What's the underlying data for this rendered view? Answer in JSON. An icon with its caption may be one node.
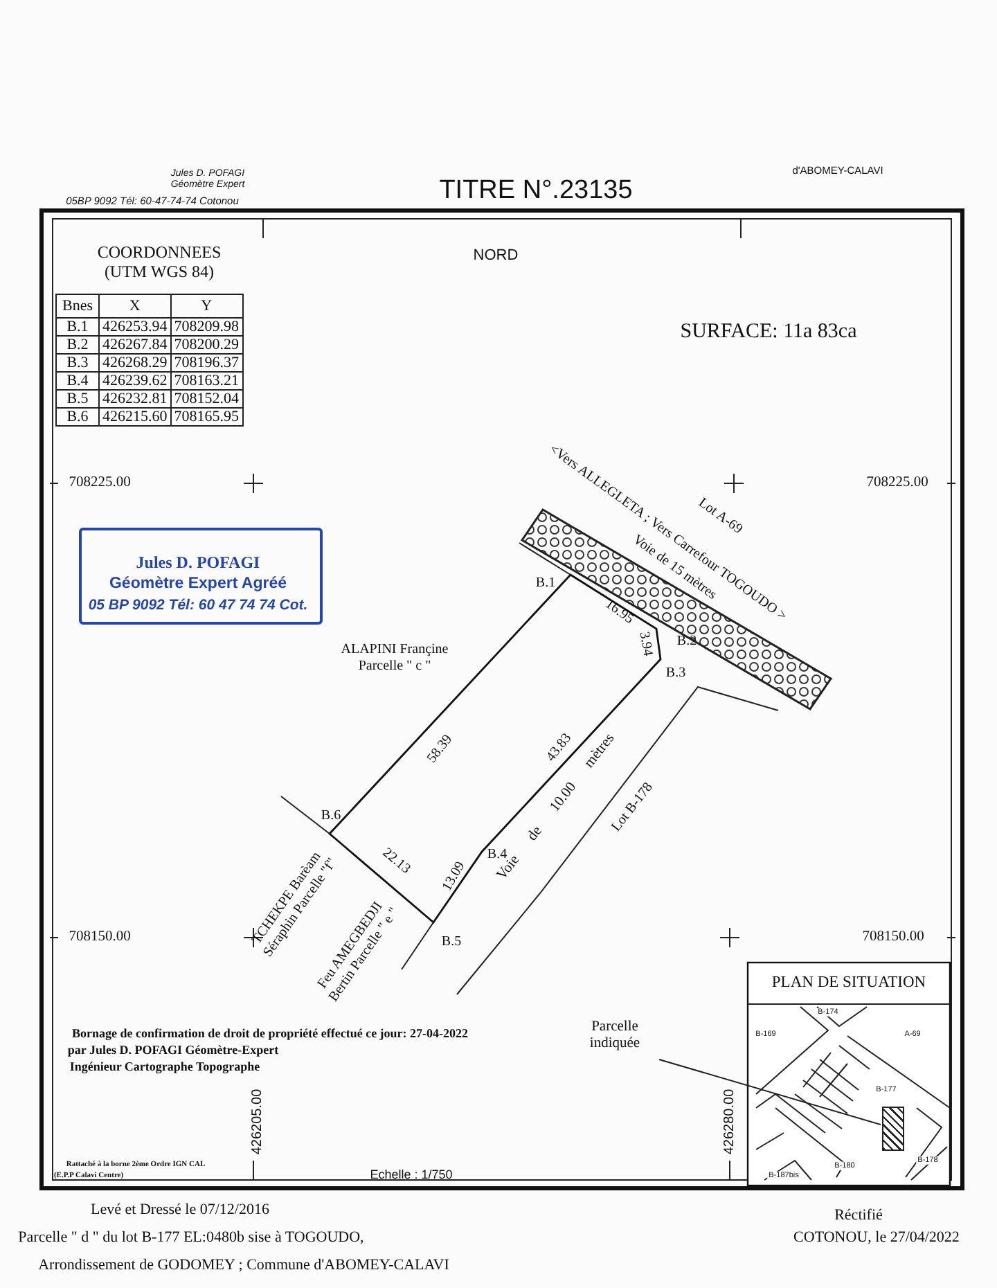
{
  "diagram": {
    "title": "TITRE N°.23135",
    "nodes": [
      {
        "text": [
          "Parcelle indiquée"
        ]
      },
      {
        "text": [],
        "shape": "box"
      }
    ],
    "edges": [
      {
        "from": 0,
        "to": 1,
        "arrow": "none"
      }
    ],
    "labels": [
      "Jules D. POFAGI",
      "Géomètre Expert",
      "05BP 9092 Tél: 60-47-74-74 Cotonou",
      "d'ABOMEY-CALAVI",
      "COORDONNEES (UTM WGS 84)",
      "NORD",
      "Bnes",
      "X",
      "Y",
      "B.1",
      "426253.94",
      "708209.98",
      "B.2",
      "426267.84",
      "708200.29",
      "B.3",
      "426268.29",
      "708196.37",
      "B.4",
      "426239.62",
      "708163.21",
      "B.5",
      "426232.81",
      "708152.04",
      "B.6",
      "426215.60",
      "708165.95",
      "SURFACE: 11a 83ca",
      "708225.00",
      "708225.00",
      "Jules D. POFAGI",
      "Géomètre Expert Agréé",
      "05 BP 9092 Tél: 60 47 74 74 Cot.",
      "<Vers ALLEGLETA ; Vers Carrefour TOGOUDO >",
      "Lot A-69",
      "Voie de 15 mètres",
      "B.1",
      "16.95",
      "B.2",
      "3.94",
      "B.3",
      "ALAPINI Françine Parcelle \" c \"",
      "58.39",
      "43.83",
      "Voie de 10.00 mètres",
      "Lot B-178",
      "B.6",
      "B.4",
      "22.13",
      "13.09",
      "TCHEKPE Barèam Séraphin Parcelle \"f\"",
      "Feu AMEGBEDJI Bertin Parcelle \" e \"",
      "708150.00",
      "B.5",
      "708150.00",
      "PLAN DE SITUATION",
      "B-174",
      "B-169",
      "A-69",
      "B-177",
      "B-178",
      "B-180",
      "B-187bis",
      "Bornage de confirmation de droit de propriété effectué ce jour: 27-04-2022",
      "par Jules D. POFAGI Géomètre-Expert",
      "Ingénieur Cartographe Topographe",
      "426205.00",
      "426280.00",
      "Rattaché à la borne 2ème Ordre IGN CAL",
      "(E.P.P Calavi Centre)",
      "Echelle : 1/750",
      "Levé et Dressé le 07/12/2016",
      "Parcelle \" d \" du lot B-177 EL:0480b sise à TOGOUDO,",
      "Arrondissement de GODOMEY ; Commune d'ABOMEY-CALAVI",
      "Réctifié",
      "COTONOU, le 27/04/2022"
    ]
  }
}
